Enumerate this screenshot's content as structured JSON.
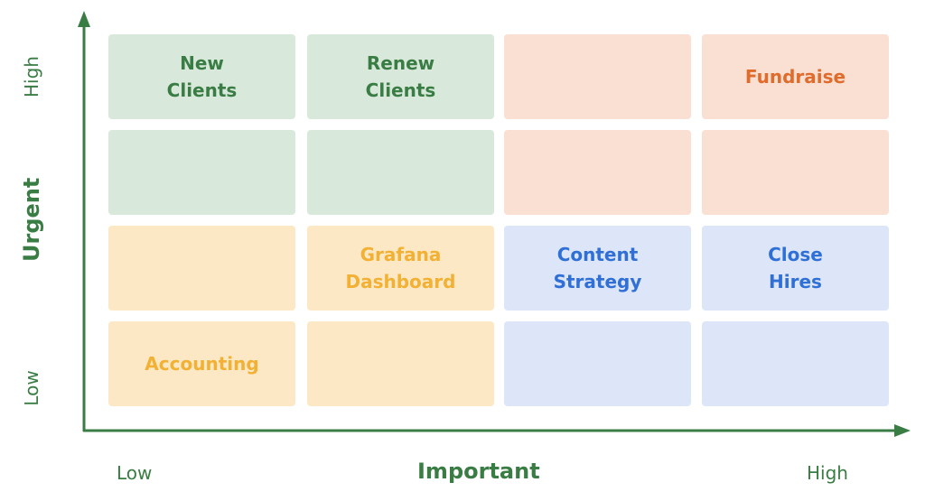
{
  "colors": {
    "axis": "#3a7d44",
    "green_fill": "#d8e8da",
    "green_text": "#3a7d44",
    "orange_fill": "#fadfd3",
    "orange_text": "#e06c2c",
    "yellow_fill": "#fce8c4",
    "yellow_text": "#f2b134",
    "blue_fill": "#dce6f8",
    "blue_text": "#2f6fd6"
  },
  "x_axis": {
    "title": "Important",
    "low": "Low",
    "high": "High"
  },
  "y_axis": {
    "title": "Urgent",
    "low": "Low",
    "high": "High"
  },
  "grid": {
    "rows": [
      {
        "cells": [
          {
            "label": "New\nClients",
            "tone": "green"
          },
          {
            "label": "Renew\nClients",
            "tone": "green"
          },
          {
            "label": "",
            "tone": "orange"
          },
          {
            "label": "Fundraise",
            "tone": "orange"
          }
        ]
      },
      {
        "cells": [
          {
            "label": "",
            "tone": "green"
          },
          {
            "label": "",
            "tone": "green"
          },
          {
            "label": "",
            "tone": "orange"
          },
          {
            "label": "",
            "tone": "orange"
          }
        ]
      },
      {
        "cells": [
          {
            "label": "",
            "tone": "yellow"
          },
          {
            "label": "Grafana\nDashboard",
            "tone": "yellow"
          },
          {
            "label": "Content\nStrategy",
            "tone": "blue"
          },
          {
            "label": "Close\nHires",
            "tone": "blue"
          }
        ]
      },
      {
        "cells": [
          {
            "label": "Accounting",
            "tone": "yellow"
          },
          {
            "label": "",
            "tone": "yellow"
          },
          {
            "label": "",
            "tone": "blue"
          },
          {
            "label": "",
            "tone": "blue"
          }
        ]
      }
    ]
  }
}
